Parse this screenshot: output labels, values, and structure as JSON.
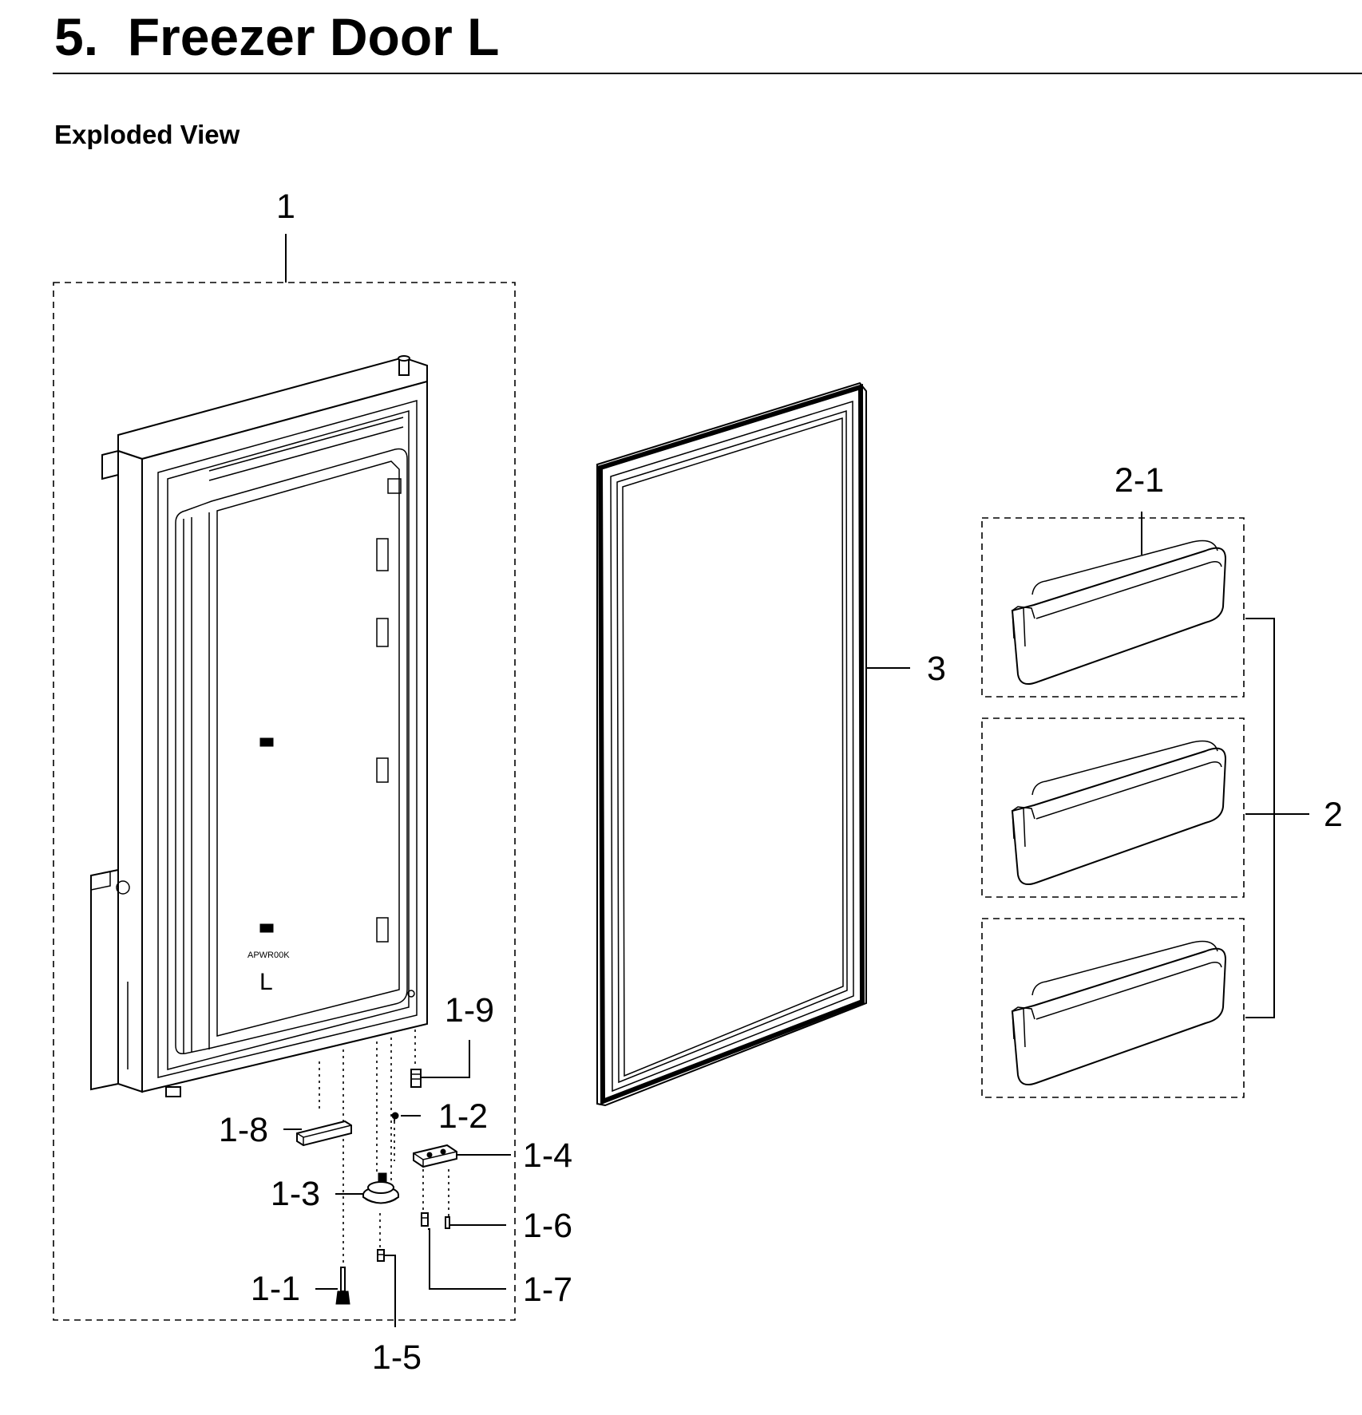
{
  "header": {
    "title": "5.  Freezer Door L",
    "section": "Exploded View"
  },
  "callouts": {
    "c1": "1",
    "c1_1": "1-1",
    "c1_2": "1-2",
    "c1_3": "1-3",
    "c1_4": "1-4",
    "c1_5": "1-5",
    "c1_6": "1-6",
    "c1_7": "1-7",
    "c1_8": "1-8",
    "c1_9": "1-9",
    "c2": "2",
    "c2_1": "2-1",
    "c3": "3"
  },
  "door_marking": {
    "model": "APWR00K",
    "side": "L"
  }
}
